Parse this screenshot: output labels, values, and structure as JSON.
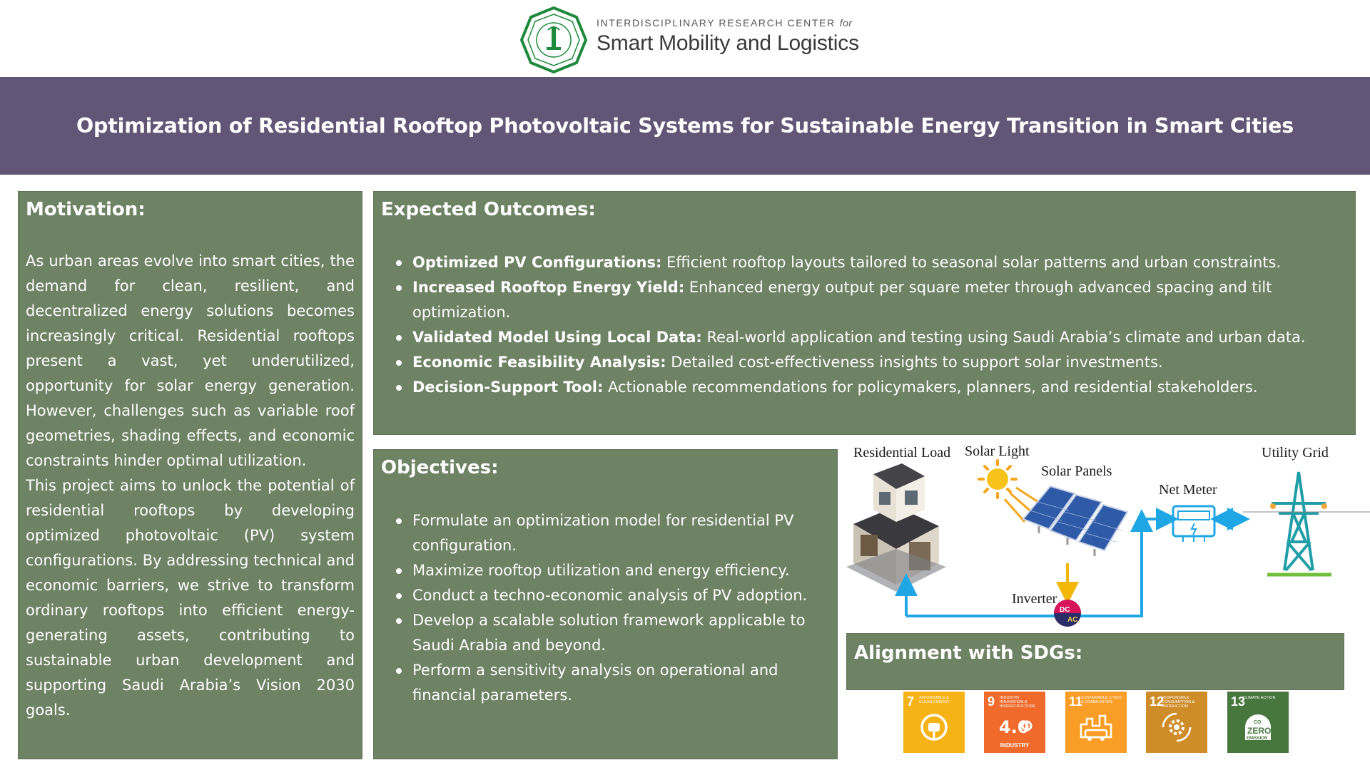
{
  "header": {
    "kicker": "INTERDISCIPLINARY RESEARCH CENTER",
    "kicker_for": "for",
    "center_name": "Smart Mobility and Logistics"
  },
  "title": "Optimization of Residential Rooftop Photovoltaic Systems for Sustainable Energy Transition in Smart Cities",
  "motivation": {
    "heading": "Motivation:",
    "paragraphs": [
      "As urban areas evolve into smart cities, the demand for clean, resilient, and decentralized energy solutions becomes increasingly critical. Residential rooftops present a vast, yet underutilized, opportunity for solar energy generation. However, challenges such as variable roof geometries, shading effects, and economic constraints hinder optimal utilization.",
      "This project aims to unlock the potential of residential rooftops by developing optimized photovoltaic (PV) system configurations. By addressing technical and economic barriers, we strive to transform ordinary rooftops into efficient energy-generating assets, contributing to sustainable urban development and supporting Saudi Arabia’s Vision 2030 goals."
    ]
  },
  "outcomes": {
    "heading": "Expected Outcomes:",
    "items": [
      {
        "head": "Optimized PV Configurations:",
        "text": " Efficient rooftop layouts tailored to seasonal solar patterns and urban constraints."
      },
      {
        "head": "Increased Rooftop Energy Yield:",
        "text": " Enhanced energy output per square meter through advanced spacing and tilt optimization."
      },
      {
        "head": "Validated Model Using Local Data:",
        "text": " Real-world application and testing using Saudi Arabia’s climate and urban data."
      },
      {
        "head": "Economic Feasibility Analysis:",
        "text": " Detailed cost-effectiveness insights to support solar investments."
      },
      {
        "head": "Decision-Support Tool:",
        "text": " Actionable recommendations for policymakers, planners, and residential stakeholders."
      }
    ]
  },
  "objectives": {
    "heading": "Objectives:",
    "items": [
      "Formulate an optimization model for residential PV configuration.",
      "Maximize rooftop utilization and energy efficiency.",
      "Conduct a techno-economic analysis of PV adoption.",
      "Develop a scalable solution framework applicable to Saudi Arabia and beyond.",
      "Perform a sensitivity analysis on operational and financial parameters."
    ]
  },
  "diagram": {
    "labels": {
      "residential_load": "Residential Load",
      "solar_light": "Solar Light",
      "solar_panels": "Solar Panels",
      "net_meter": "Net Meter",
      "utility_grid": "Utility Grid",
      "inverter": "Inverter",
      "dc": "DC",
      "ac": "AC"
    },
    "colors": {
      "arrow": "#1ea7e4",
      "inverter_arrow": "#f2b705",
      "tower": "#1f9ea8"
    }
  },
  "sdg": {
    "heading": "Alignment with SDGs:",
    "goals": [
      {
        "num": "7",
        "caption": "AFFORDABLE & CLEAN ENERGY",
        "footer": "",
        "color": "#f6b316",
        "icon": "power-icon"
      },
      {
        "num": "9",
        "caption": "INDUSTRY INNOVATION & INFRASTRUCTURE",
        "footer": "INDUSTRY",
        "color": "#f06a2b",
        "icon": "industry-4-icon"
      },
      {
        "num": "11",
        "caption": "SUSTAINABLE CITIES & COMMUNITIES",
        "footer": "",
        "color": "#f99d26",
        "icon": "city-icon"
      },
      {
        "num": "12",
        "caption": "RESPONSIBLE CONSUMPTION & PRODUCTION",
        "footer": "",
        "color": "#cf8d2a",
        "icon": "recycle-gear-icon"
      },
      {
        "num": "13",
        "caption": "CLIMATE ACTION",
        "footer": "",
        "color": "#48773e",
        "icon": "zero-emission-icon"
      }
    ],
    "zero_top": "CO",
    "zero_mid": "ZERO",
    "zero_bottom": "EMISSION",
    "industry_mark": "4.0"
  }
}
